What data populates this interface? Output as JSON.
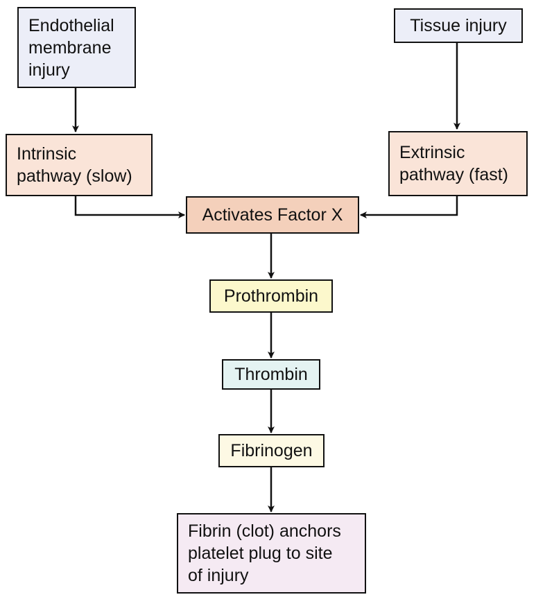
{
  "nodes": {
    "endothelial": {
      "label": "Endothelial\nmembrane\ninjury",
      "color": "#eceef8"
    },
    "tissue": {
      "label": "Tissue injury",
      "color": "#eceef8"
    },
    "intrinsic": {
      "label": "Intrinsic\npathway (slow)",
      "color": "#fae4d8"
    },
    "extrinsic": {
      "label": "Extrinsic\npathway (fast)",
      "color": "#fae4d8"
    },
    "factor_x": {
      "label": "Activates Factor X",
      "color": "#f4d0bb"
    },
    "prothrombin": {
      "label": "Prothrombin",
      "color": "#fcf8cc"
    },
    "thrombin": {
      "label": "Thrombin",
      "color": "#e4f3f2"
    },
    "fibrinogen": {
      "label": "Fibrinogen",
      "color": "#fdf9e4"
    },
    "fibrin": {
      "label": "Fibrin (clot) anchors\nplatelet plug to site\nof injury",
      "color": "#f5eaf3"
    }
  },
  "colors": {
    "border": "#111111",
    "arrow": "#111111"
  }
}
